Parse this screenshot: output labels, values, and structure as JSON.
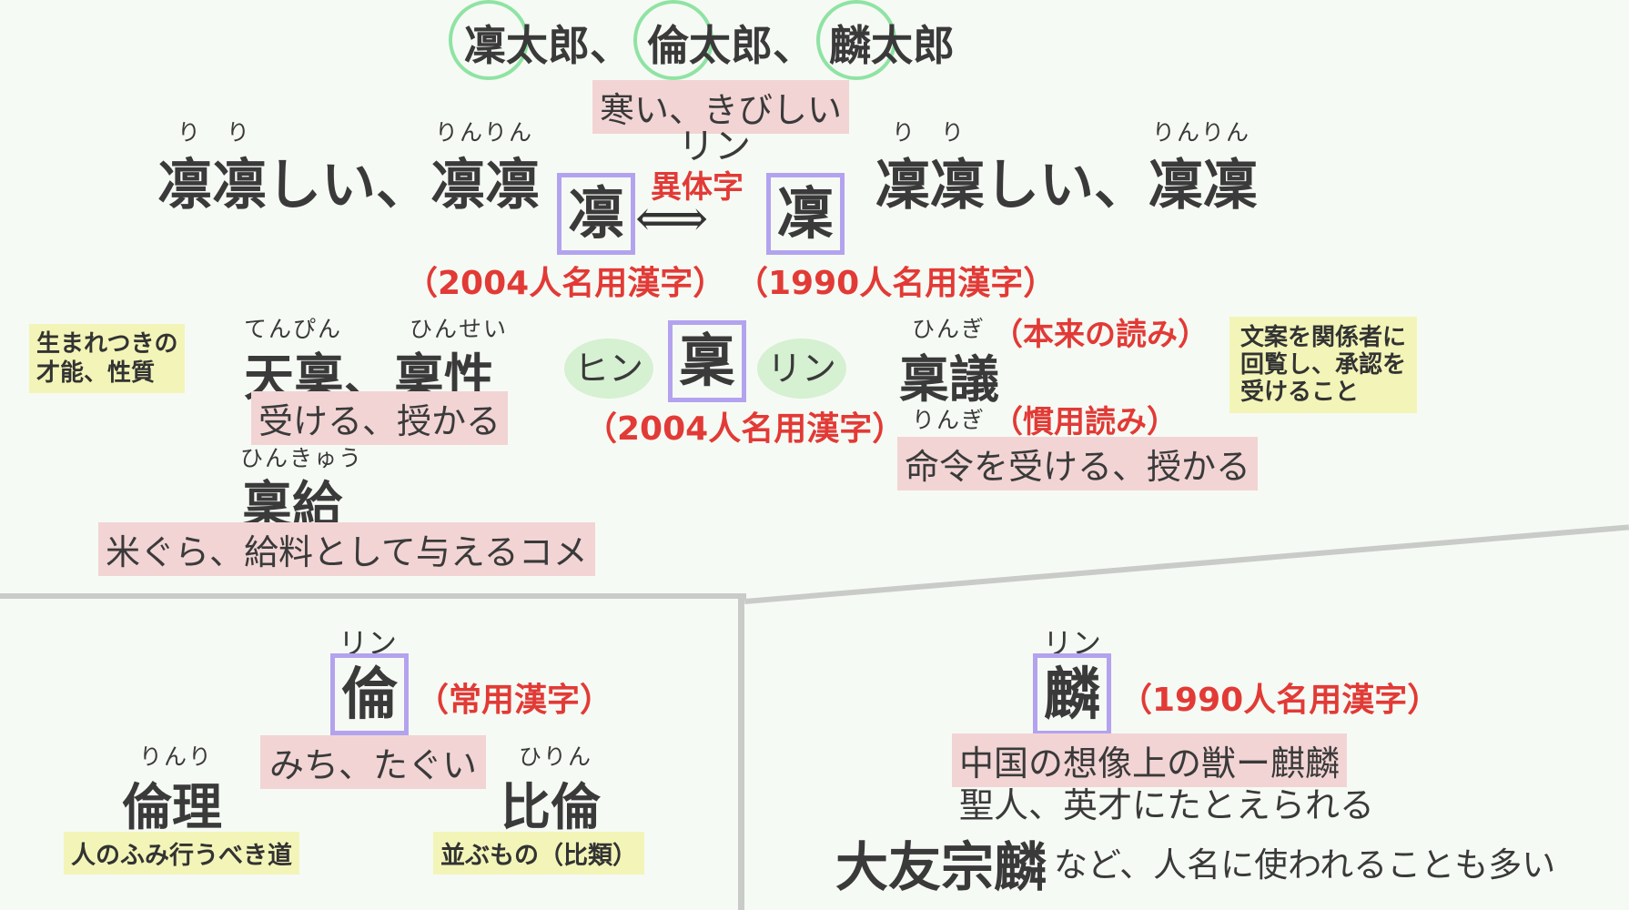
{
  "title_line": {
    "name1": "凜太郎、",
    "name2": "倫太郎、",
    "name3": "麟太郎"
  },
  "rin_top": {
    "meaning": "寒い、きびしい",
    "left": {
      "ruby1": "り　り",
      "ruby2": "りんりん",
      "word": "凛凛しい、凛凛"
    },
    "right": {
      "ruby1": "り　り",
      "ruby2": "りんりん",
      "word": "凜凜しい、凜凜"
    },
    "reading": "リン",
    "variant_label": "異体字",
    "kanji_a": "凛",
    "kanji_b": "凜",
    "arrow": "⟺",
    "label_a": "（2004人名用漢字）",
    "label_b": "（1990人名用漢字）"
  },
  "hin": {
    "left_note": "生まれつきの\n才能、性質",
    "ruby_tenpin": "てんぴん",
    "ruby_hinsei": "ひんせい",
    "word_tenpin": "天稟、稟性",
    "meaning1": "受ける、授かる",
    "ruby_hinkyu": "ひんきゅう",
    "word_hinkyu": "稟給",
    "meaning2": "米ぐら、給料として与えるコメ",
    "reading_hin": "ヒン",
    "reading_rin": "リン",
    "kanji": "稟",
    "label": "（2004人名用漢字）",
    "ruby_hingi": "ひんぎ",
    "hingi_note": "（本来の読み）",
    "word_hingi": "稟議",
    "ruby_ringi": "りんぎ",
    "ringi_note": "（慣用読み）",
    "meaning3": "命令を受ける、授かる",
    "right_note": "文案を関係者に\n回覧し、承認を\n受けること"
  },
  "rin_bottom_left": {
    "reading": "リン",
    "kanji": "倫",
    "label": "（常用漢字）",
    "meaning": "みち、たぐい",
    "ruby_rinri": "りんり",
    "word_rinri": "倫理",
    "note_rinri": "人のふみ行うべき道",
    "ruby_hirin": "ひりん",
    "word_hirin": "比倫",
    "note_hirin": "並ぶもの（比類）"
  },
  "rin_bottom_right": {
    "reading": "リン",
    "kanji": "麟",
    "label": "（1990人名用漢字）",
    "meaning": "中国の想像上の獣ー麒麟",
    "line2": "聖人、英才にたとえられる",
    "big": "大友宗麟",
    "rest": "など、人名に使われることも多い"
  },
  "colors": {
    "background": "#f6faf4",
    "pink": "#f2d4d4",
    "yellow": "#f3f5b8",
    "red": "#e23a36",
    "purple": "#b3a3ef",
    "green": "#8fe3a3",
    "divider": "#c9cbc8"
  }
}
